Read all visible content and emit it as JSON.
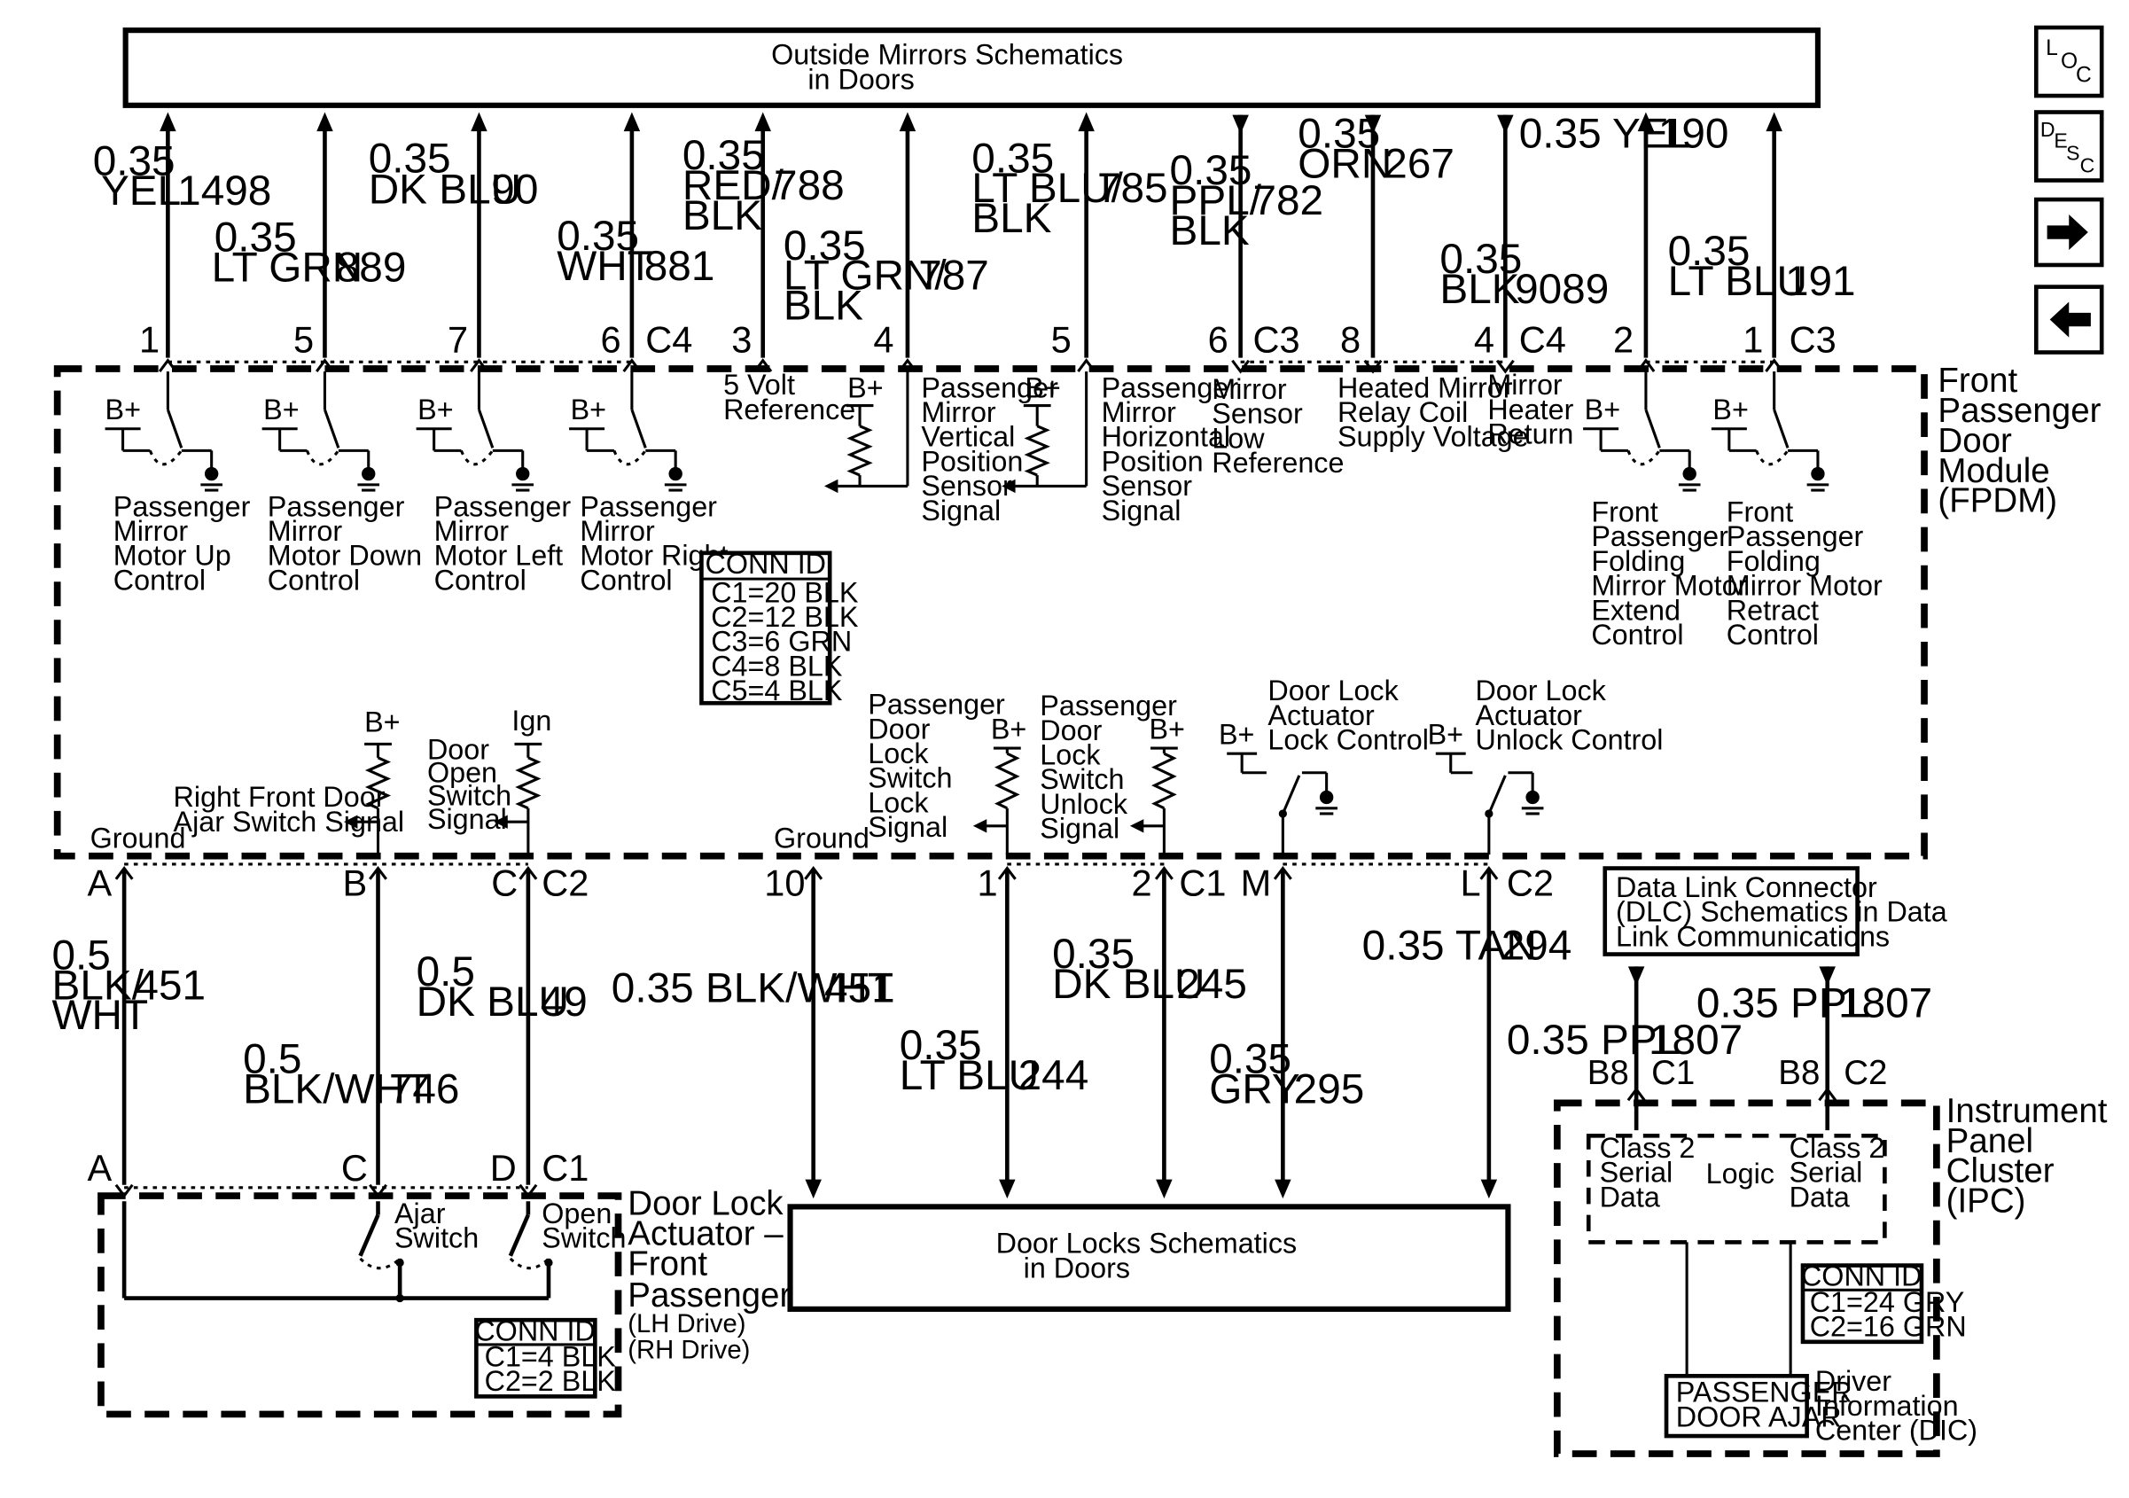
{
  "schematic": {
    "outside_mirrors": "Outside Mirrors Schematics in Doors",
    "fpdm_title": "Front Passenger Door Module (FPDM)",
    "ipc_title": "Instrument Panel Cluster (IPC)",
    "door_locks": "Door Locks Schematics in Doors",
    "dlc": "Data Link Connector (DLC) Schematics in Data Link Communications",
    "actuator_title": "Door Lock Actuator – Front Passenger",
    "actuator_sub": [
      "(LH Drive)",
      "(RH Drive)"
    ]
  },
  "nav_buttons": [
    "LOC",
    "DESC",
    "next-page",
    "previous-page"
  ],
  "top_wires": [
    {
      "size": "0.35",
      "color": "YEL",
      "circuit": "1498",
      "pin": "1"
    },
    {
      "size": "0.35",
      "color": "LT GRN",
      "circuit": "889",
      "pin": "5"
    },
    {
      "size": "0.35",
      "color": "DK BLU",
      "circuit": "90",
      "pin": "7"
    },
    {
      "size": "0.35",
      "color": "WHT",
      "circuit": "881",
      "pin": "6",
      "connector": "C4"
    },
    {
      "size": "0.35",
      "color": "RED/ BLK",
      "circuit": "788",
      "pin": "3"
    },
    {
      "size": "0.35",
      "color": "LT GRN/ BLK",
      "circuit": "787",
      "pin": "4"
    },
    {
      "size": "0.35",
      "color": "LT BLU/ BLK",
      "circuit": "785",
      "pin": "5"
    },
    {
      "size": "0.35",
      "color": "PPL/ BLK",
      "circuit": "782",
      "pin": "6",
      "connector": "C3"
    },
    {
      "size": "0.35",
      "color": "ORN",
      "circuit": "267",
      "pin": "8"
    },
    {
      "size": "0.35",
      "color": "BLK",
      "circuit": "9089",
      "pin": "4",
      "connector": "C4"
    },
    {
      "size": "0.35",
      "color": "YEL",
      "circuit": "190",
      "pin": "2"
    },
    {
      "size": "0.35",
      "color": "LT BLU",
      "circuit": "191",
      "pin": "1",
      "connector": "C3"
    }
  ],
  "fpdm_functions": [
    "Passenger Mirror Motor Up Control",
    "Passenger Mirror Motor Down Control",
    "Passenger Mirror Motor Left Control",
    "Passenger Mirror Motor Right Control",
    "5 Volt Reference",
    "Passenger Mirror Vertical Position Sensor Signal",
    "Passenger Mirror Horizontal Position Sensor Signal",
    "Mirror Sensor Low Reference",
    "Heated Mirror Relay Coil Supply Voltage",
    "Mirror Heater Return",
    "Front Passenger Folding Mirror Motor Extend Control",
    "Front Passenger Folding Mirror Motor Retract Control",
    "Right Front Door Ajar Switch Signal",
    "Door Open Switch Signal",
    "Passenger Door Lock Switch Lock Signal",
    "Passenger Door Lock Switch Unlock Signal",
    "Door Lock Actuator Lock Control",
    "Door Lock Actuator Unlock Control"
  ],
  "misc_labels": {
    "bplus": "B+",
    "ign": "Ign",
    "ground": "Ground",
    "logic": "Logic",
    "class2": "Class 2 Serial Data",
    "ajar": "Ajar Switch",
    "open": "Open Switch",
    "dic": "Driver Information Center (DIC)",
    "dic_msg": "PASSENGER DOOR AJAR"
  },
  "conn_ids": {
    "fpdm": {
      "title": "CONN ID",
      "rows": [
        "C1=20 BLK",
        "C2=12 BLK",
        "C3=6 GRN",
        "C4=8 BLK",
        "C5=4 BLK"
      ]
    },
    "actuator": {
      "title": "CONN ID",
      "rows": [
        "C1=4 BLK",
        "C2=2 BLK"
      ]
    },
    "ipc": {
      "title": "CONN ID",
      "rows": [
        "C1=24 GRY",
        "C2=16 GRN"
      ]
    }
  },
  "bottom_wires": [
    {
      "size": "0.5",
      "color": "BLK/ WHT",
      "circuit": "451",
      "top_pin": "A",
      "bottom_pin": "A"
    },
    {
      "size": "0.5",
      "color": "BLK/WHT",
      "circuit": "746",
      "top_pin": "B",
      "bottom_pin": "C"
    },
    {
      "size": "0.5",
      "color": "DK BLU",
      "circuit": "49",
      "top_pin": "C",
      "top_conn": "C2",
      "bottom_pin": "D",
      "bottom_conn": "C1"
    },
    {
      "size": "0.35",
      "color": "BLK/WHT",
      "circuit": "451",
      "top_pin": "10"
    },
    {
      "size": "0.35",
      "color": "LT BLU",
      "circuit": "244",
      "top_pin": "1"
    },
    {
      "size": "0.35",
      "color": "DK BLU",
      "circuit": "245",
      "top_pin": "2",
      "top_conn": "C1"
    },
    {
      "size": "0.35",
      "color": "GRY",
      "circuit": "295",
      "top_pin": "M"
    },
    {
      "size": "0.35",
      "color": "TAN",
      "circuit": "294",
      "top_pin": "L",
      "top_conn": "C2"
    },
    {
      "size": "0.35",
      "color": "PPL",
      "circuit": "1807",
      "pin": "B8",
      "connector": "C1"
    },
    {
      "size": "0.35",
      "color": "PPL",
      "circuit": "1807",
      "pin": "B8",
      "connector": "C2"
    }
  ]
}
